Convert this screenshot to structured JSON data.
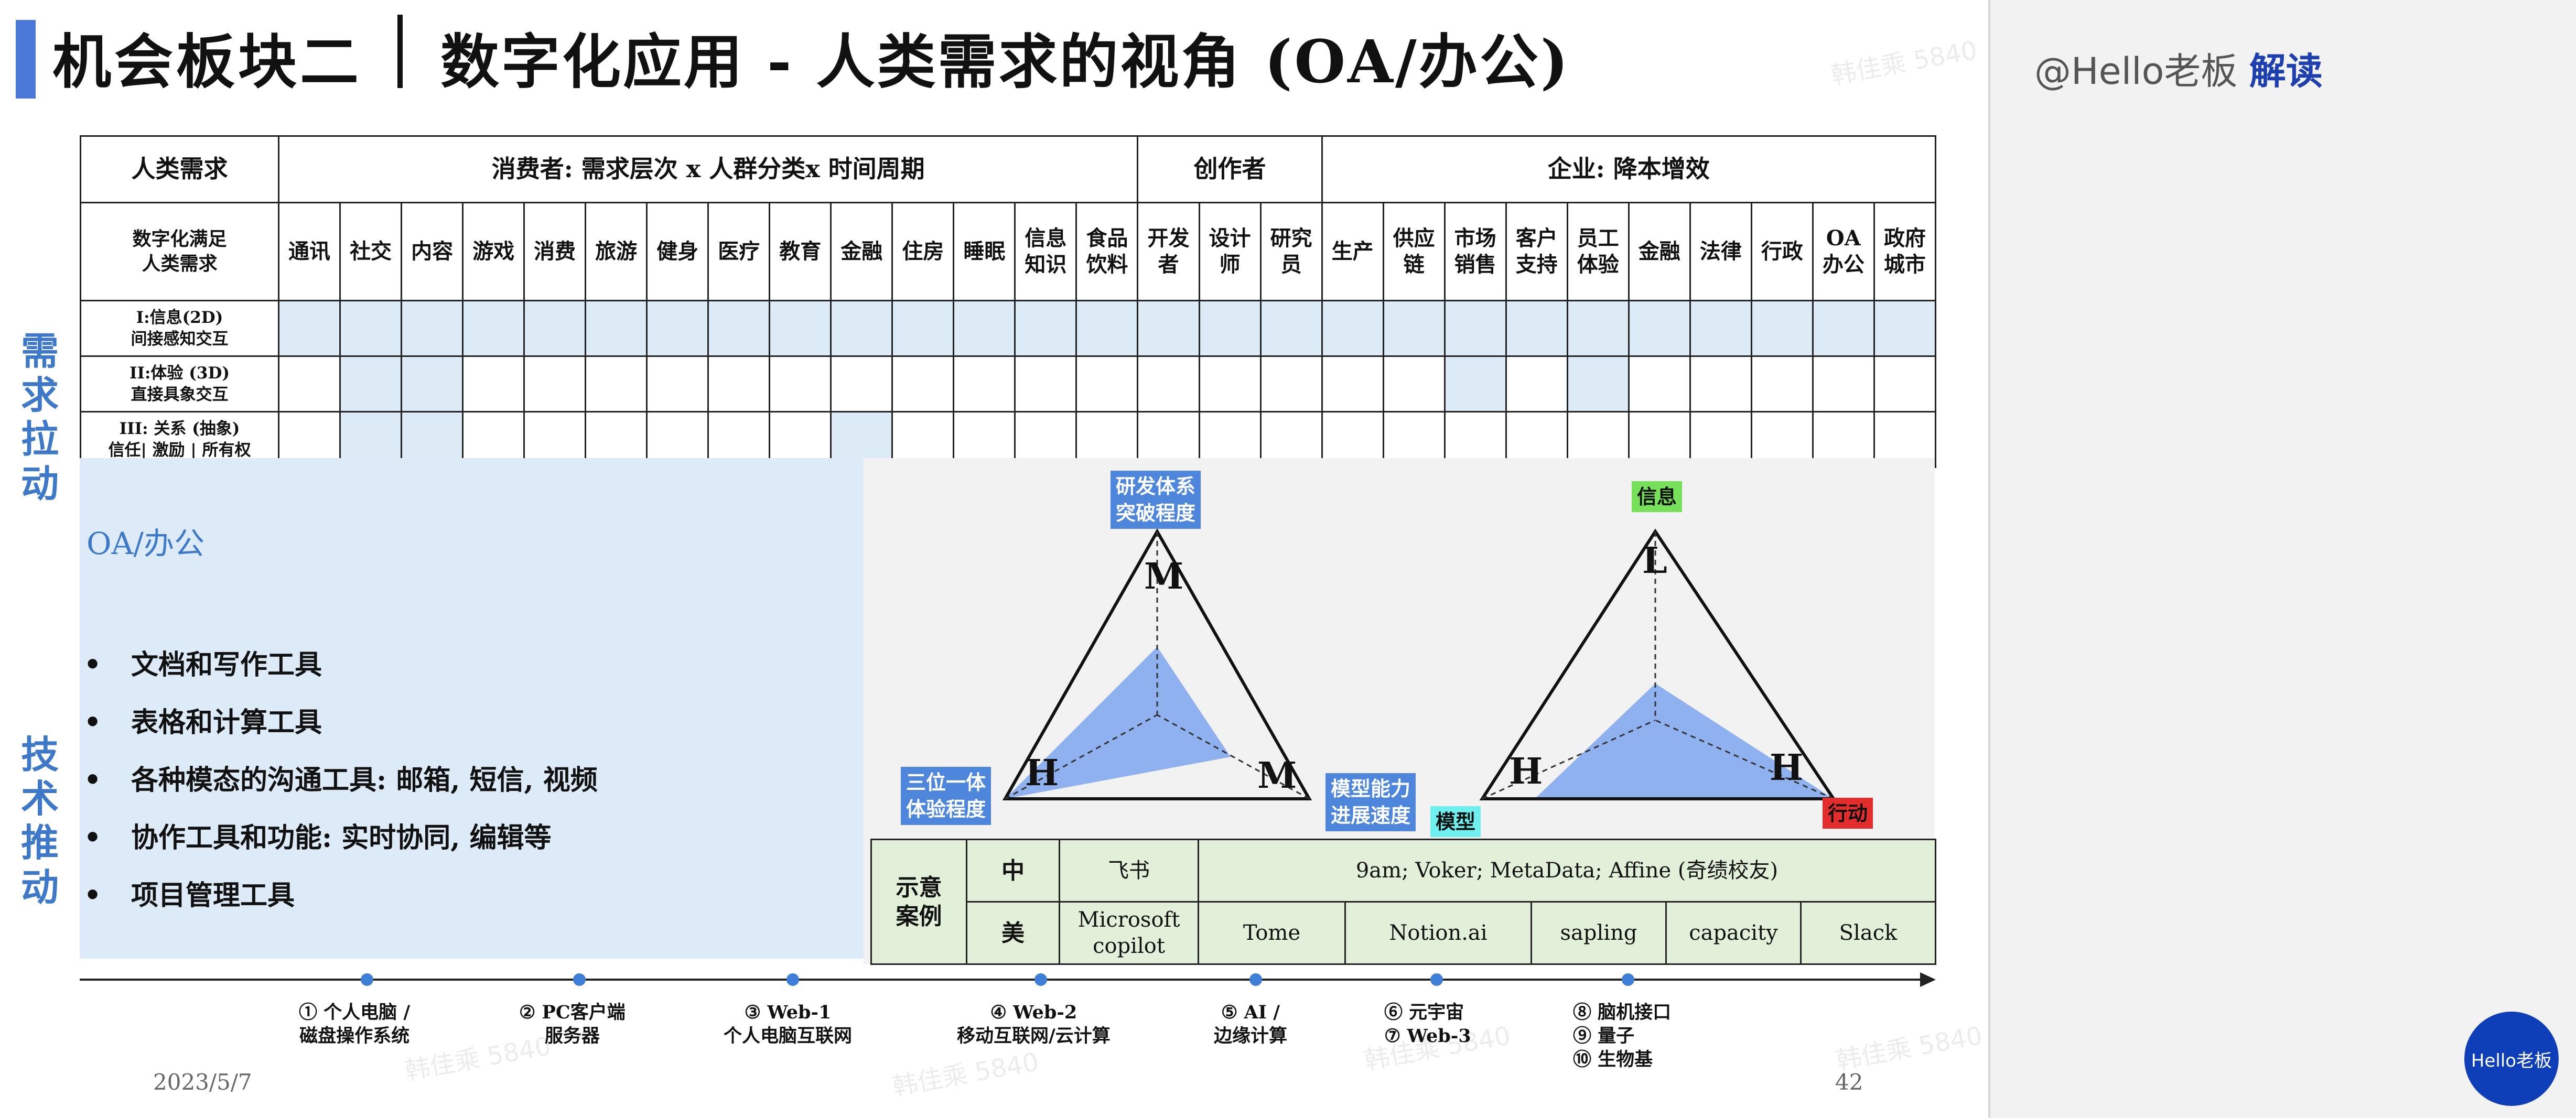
{
  "header": {
    "title_left": "机会板块二",
    "title_right": "数字化应用 - 人类需求的视角 (OA/办公)"
  },
  "table": {
    "header_row1": {
      "human_need": "人类需求",
      "consumer": "消费者: 需求层次 x 人群分类x 时间周期",
      "creator": "创作者",
      "enterprise": "企业: 降本增效"
    },
    "row_label": "数字化满足\n人类需求",
    "columns": [
      "通讯",
      "社交",
      "内容",
      "游戏",
      "消费",
      "旅游",
      "健身",
      "医疗",
      "教育",
      "金融",
      "住房",
      "睡眠",
      "信息\n知识",
      "食品\n饮料",
      "开发\n者",
      "设计\n师",
      "研究\n员",
      "生产",
      "供应\n链",
      "市场\n销售",
      "客户\n支持",
      "员工\n体验",
      "金融",
      "法律",
      "行政",
      "OA\n办公",
      "政府\n城市"
    ],
    "levels": [
      {
        "label": "I:信息(2D)\n间接感知交互"
      },
      {
        "label": "II:体验 (3D)\n直接具象交互"
      },
      {
        "label": "III: 关系 (抽象)\n信任| 激励 | 所有权"
      }
    ]
  },
  "side_labels": {
    "demand": [
      "需",
      "求",
      "拉",
      "动"
    ],
    "tech": [
      "技",
      "术",
      "推",
      "动"
    ]
  },
  "left_panel": {
    "title": "OA/办公",
    "bullets": [
      "文档和写作工具",
      "表格和计算工具",
      "各种模态的沟通工具: 邮箱, 短信, 视频",
      "协作工具和功能: 实时协同, 编辑等",
      "项目管理工具"
    ],
    "bullet_char": "•"
  },
  "triangle1": {
    "top_tag": "研发体系\n突破程度",
    "left_tag": "三位一体\n体验程度",
    "right_tag": "模型能力\n进展速度",
    "top_letter": "M",
    "left_letter": "H",
    "right_letter": "M"
  },
  "triangle2": {
    "top_tag": "信息",
    "bottom_left_tag": "模型",
    "right_tag": "行动",
    "top_letter": "L",
    "left_letter": "H",
    "right_letter": "H"
  },
  "cases": {
    "label": "示意\n案例",
    "cn_label": "中",
    "us_label": "美",
    "cn_first": "飞书",
    "cn_rest": "9am; Voker; MetaData; Affine (奇绩校友)",
    "us_items": [
      "Microsoft\ncopilot",
      "Tome",
      "Notion.ai",
      "sapling",
      "capacity",
      "Slack"
    ]
  },
  "timeline": [
    {
      "label": "① 个人电脑 /\n磁盘操作系统"
    },
    {
      "label": "② PC客户端\n服务器"
    },
    {
      "label": "③ Web-1\n个人电脑互联网"
    },
    {
      "label": "④ Web-2\n移动互联网/云计算"
    },
    {
      "label": "⑤ AI /\n边缘计算"
    },
    {
      "label": "⑥ 元宇宙\n⑦ Web-3"
    },
    {
      "label": "⑧ 脑机接口\n⑨ 量子\n⑩ 生物基"
    }
  ],
  "footer": {
    "date": "2023/5/7",
    "page": "42"
  },
  "sidebar": {
    "attribution": "@Hello老板",
    "attribution_bold": "解读",
    "logo": "Hello老板"
  },
  "watermark": "韩佳乘 5840",
  "colors": {
    "accent_blue": "#4a78d8",
    "cell_blue": "#ddebf7",
    "case_green": "#e2efd9",
    "radar_fill": "#7ea6f0"
  }
}
